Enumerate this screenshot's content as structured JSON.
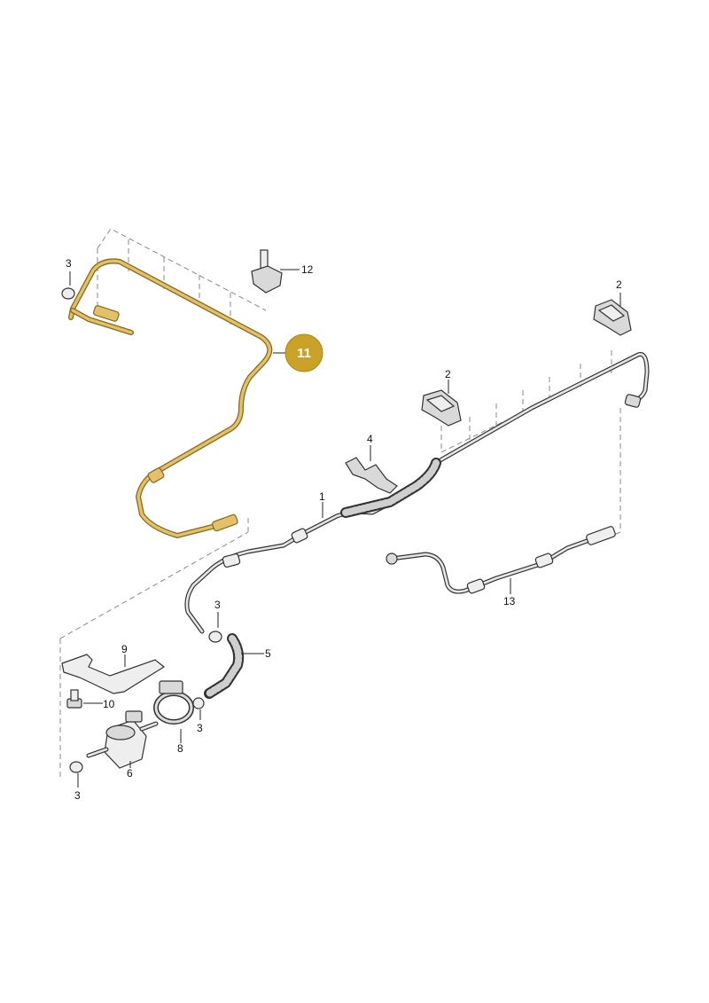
{
  "highlight": {
    "label": "11",
    "color": "#c9a227"
  },
  "callouts": [
    {
      "id": "c1",
      "label": "1"
    },
    {
      "id": "c2a",
      "label": "2"
    },
    {
      "id": "c2b",
      "label": "2"
    },
    {
      "id": "c3a",
      "label": "3"
    },
    {
      "id": "c3b",
      "label": "3"
    },
    {
      "id": "c3c",
      "label": "3"
    },
    {
      "id": "c3d",
      "label": "3"
    },
    {
      "id": "c4",
      "label": "4"
    },
    {
      "id": "c5",
      "label": "5"
    },
    {
      "id": "c6",
      "label": "6"
    },
    {
      "id": "c8",
      "label": "8"
    },
    {
      "id": "c9",
      "label": "9"
    },
    {
      "id": "c10",
      "label": "10"
    },
    {
      "id": "c12",
      "label": "12"
    },
    {
      "id": "c13",
      "label": "13"
    }
  ],
  "colors": {
    "line": "#333333",
    "highlight_fill": "#c9a227",
    "pipe_highlight": "#e3c06a"
  }
}
